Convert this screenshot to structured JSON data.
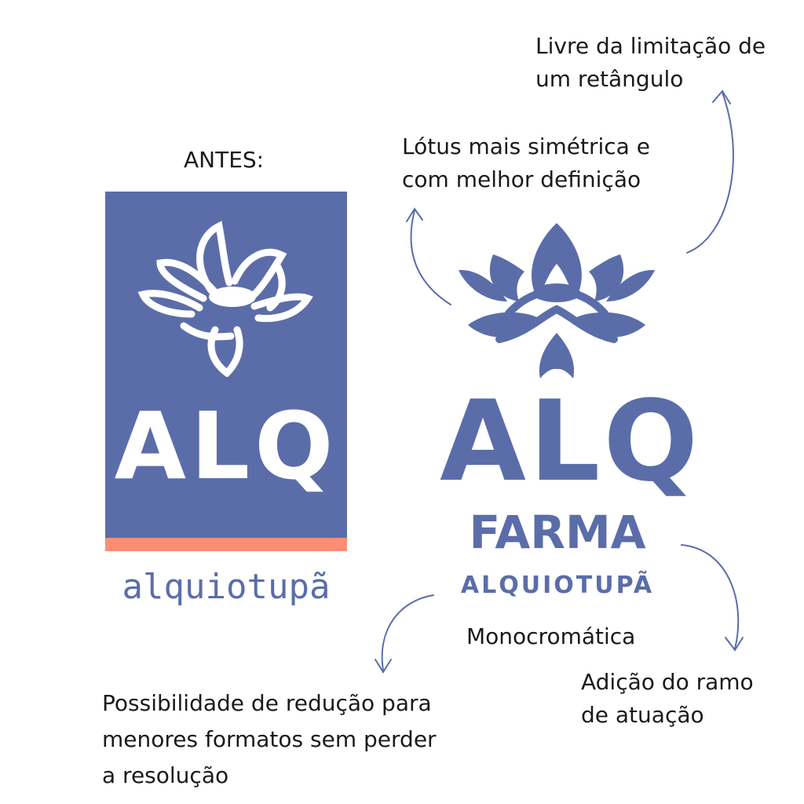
{
  "labels": {
    "before": "ANTES:",
    "note_top_right": "Livre da limitação de\num retângulo",
    "note_lotus": "Lótus mais simétrica e\ncom melhor definição",
    "note_mono": "Monocromática",
    "note_branch": "Adição do ramo\nde atuação",
    "note_reduction": "Possibilidade de redução para\nmenores formatos sem perder\na resolução"
  },
  "old_logo": {
    "mark": "ALQ",
    "subtitle": "alquiotupã",
    "box_color": "#5b6da9",
    "stripe_color": "#ff8e75",
    "icon": "lotus-icon"
  },
  "new_logo": {
    "mark": "ALQ",
    "sector": "FARMA",
    "subtitle": "ALQUIOTUPÃ",
    "color": "#5b6da9",
    "icon": "lotus-icon"
  },
  "arrow_color": "#5b6da9"
}
